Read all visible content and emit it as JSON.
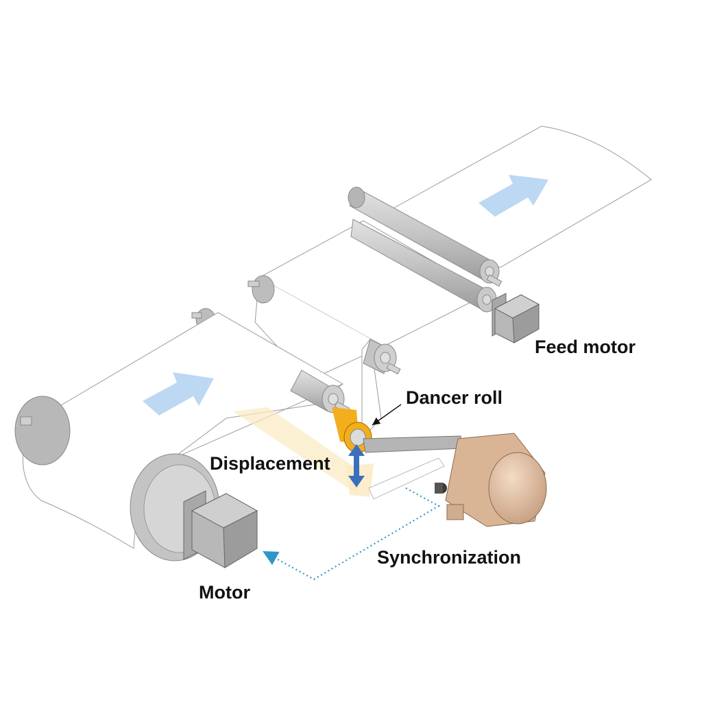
{
  "labels": {
    "feed_motor": "Feed motor",
    "dancer_roll": "Dancer roll",
    "displacement": "Displacement",
    "synchronization": "Synchronization",
    "motor": "Motor"
  },
  "colors": {
    "web": "#ffffff",
    "web_edge": "#9a9a9a",
    "roller": "#c4c4c4",
    "roller_dark": "#a7a7a7",
    "flow_arrow": "#bcd8f2",
    "dancer": "#f2ae1c",
    "dancer_ghost": "#fbeac0",
    "displacement_arrow": "#3a6fbf",
    "sync_line": "#2f96c8",
    "sensor": "#e3c3a6"
  },
  "icons": [
    "flow-arrow-icon",
    "displacement-arrow-icon",
    "leader-arrow-icon"
  ]
}
